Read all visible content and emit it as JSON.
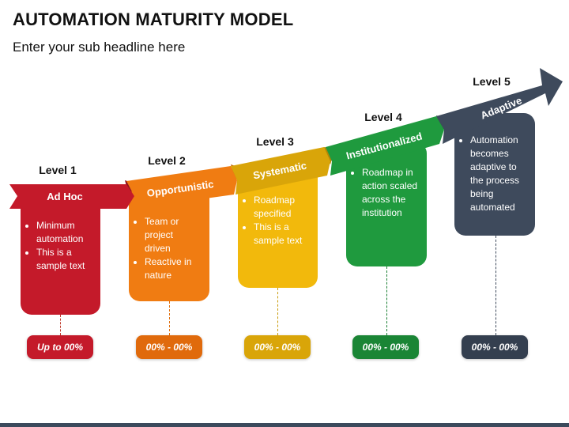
{
  "header": {
    "title": "AUTOMATION MATURITY MODEL",
    "subtitle": "Enter your sub headline here"
  },
  "levels": [
    {
      "heading": "Level 1",
      "name": "Ad Hoc",
      "bullets": [
        "Minimum automation",
        "This is a sample text"
      ],
      "range": "Up to 00%",
      "color": "#c41a2a",
      "dark": "#8e1220"
    },
    {
      "heading": "Level 2",
      "name": "Opportunistic",
      "bullets": [
        "Team or project driven",
        "Reactive in nature"
      ],
      "range": "00% - 00%",
      "color": "#f07c12",
      "dark": "#b8590a"
    },
    {
      "heading": "Level 3",
      "name": "Systematic",
      "bullets": [
        "Roadmap specified",
        "This is a sample text"
      ],
      "range": "00% - 00%",
      "color": "#f2b90c",
      "dark": "#b48606"
    },
    {
      "heading": "Level 4",
      "name": "Institutionalized",
      "bullets": [
        "Roadmap in action scaled across the institution"
      ],
      "range": "00% - 00%",
      "color": "#1f9a3e",
      "dark": "#136b2a"
    },
    {
      "heading": "Level 5",
      "name": "Adaptive",
      "bullets": [
        "Automation becomes adaptive to the process being automated"
      ],
      "range": "00% - 00%",
      "color": "#3e4a5c",
      "dark": "#262f3c"
    }
  ]
}
